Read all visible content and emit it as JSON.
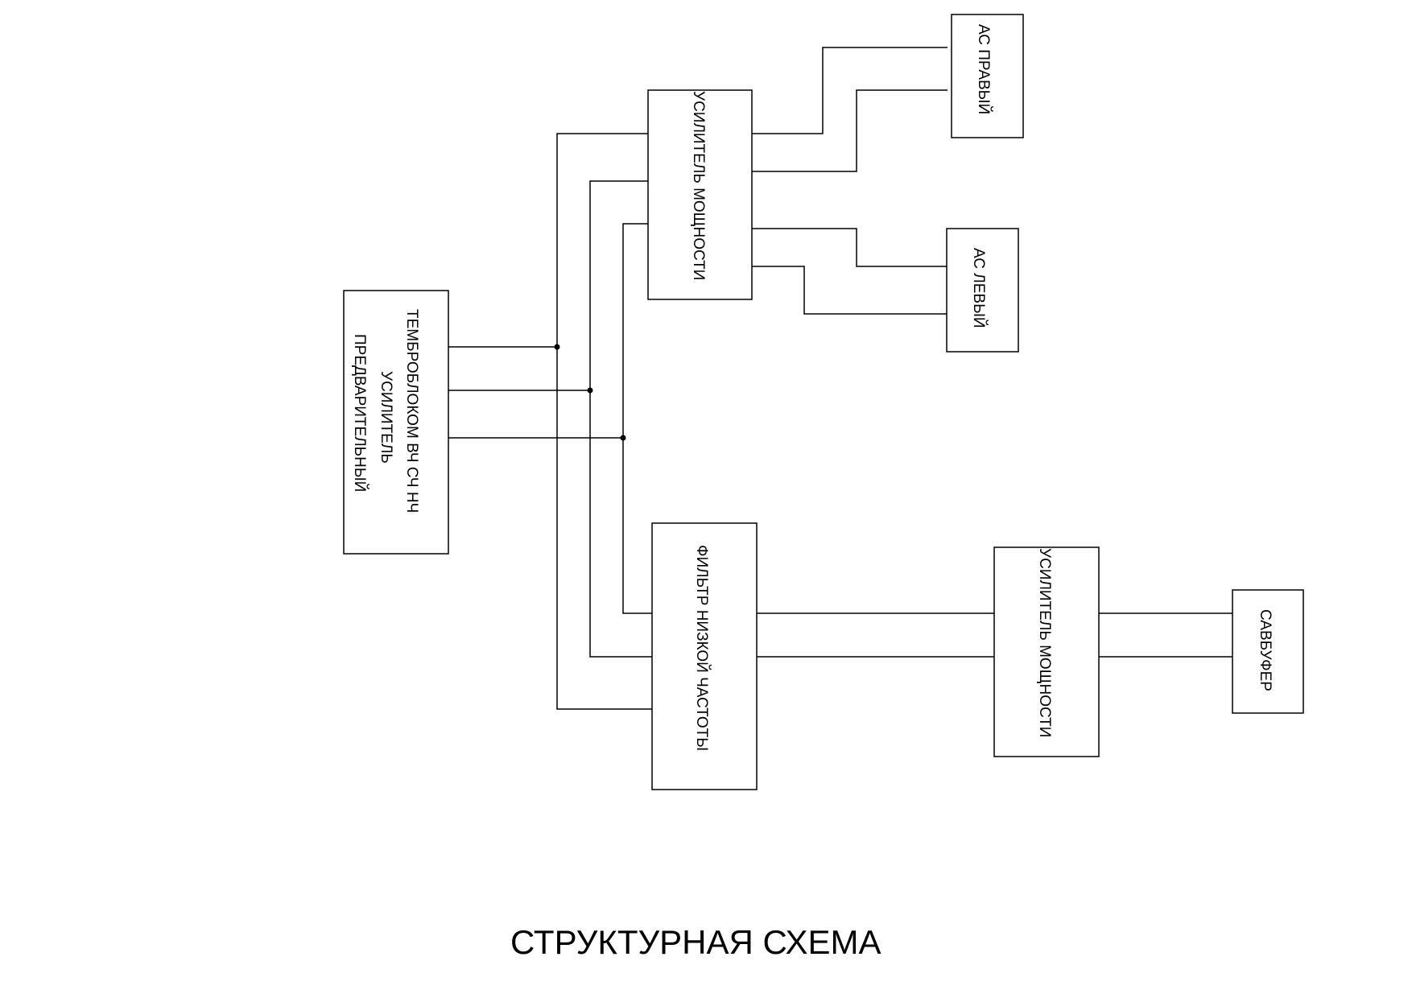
{
  "title": "СТРУКТУРНАЯ СХЕМА",
  "blocks": {
    "preamp": {
      "line1": "ТЕМБРОБЛОКОМ ВЧ СЧ НЧ",
      "line2": "УСИЛИТЕЛЬ",
      "line3": "ПРЕДВАРИТЕЛЬНЫЙ"
    },
    "amp_main": {
      "label": "УСИЛИТЕЛЬ МОЩНОСТИ"
    },
    "speaker_right": {
      "label": "АС ПРАВЫЙ"
    },
    "speaker_left": {
      "label": "АС ЛЕВЫЙ"
    },
    "lowpass": {
      "label": "ФИЛЬТР НИЗКОЙ ЧАСТОТЫ"
    },
    "amp_sub": {
      "label": "УСИЛИТЕЛЬ МОЩНОСТИ"
    },
    "subwoofer": {
      "label": "САВБУФЕР"
    }
  }
}
